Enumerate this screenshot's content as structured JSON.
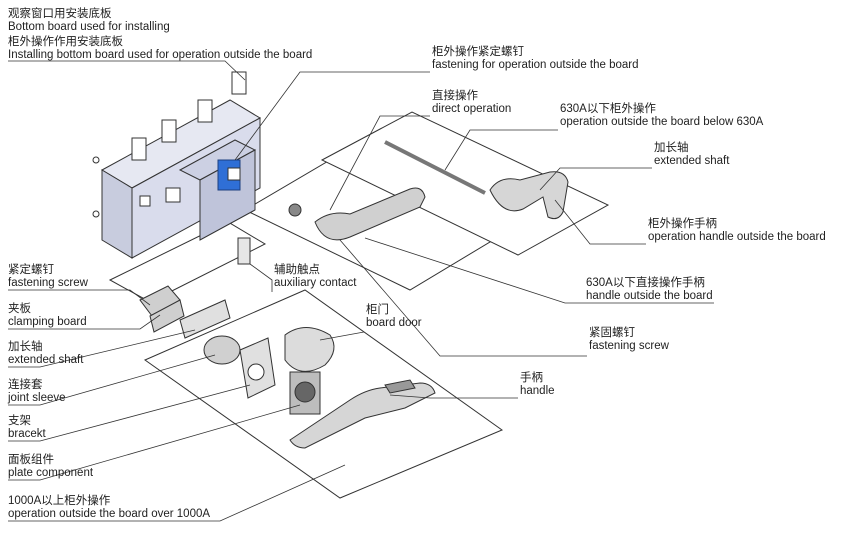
{
  "labels": {
    "obs_cn": "观察窗口用安装底板",
    "obs_en": "Bottom board used for installing",
    "outside_cn": "柜外操作作用安装底板",
    "outside_en": "Installing bottom board used for operation outside the board",
    "fast_out_cn": "柜外操作紧定螺钉",
    "fast_out_en": "fastening for operation outside the board",
    "direct_cn": "直接操作",
    "direct_en": "direct operation",
    "below630_cn": "630A以下柜外操作",
    "below630_en": "operation outside the board below 630A",
    "ext_shaft_r_cn": "加长轴",
    "ext_shaft_r_en": "extended shaft",
    "handle_out_cn": "柜外操作手柄",
    "handle_out_en": "operation handle outside the board",
    "fast_screw_l_cn": "紧定螺钉",
    "fast_screw_l_en": "fastening screw",
    "aux_cn": "辅助触点",
    "aux_en": "auxiliary contact",
    "h630_cn": "630A以下直接操作手柄",
    "h630_en": "handle outside the board",
    "clamp_cn": "夹板",
    "clamp_en": "clamping board",
    "board_door_cn": "柜门",
    "board_door_en": "board door",
    "fast_screw_r_cn": "紧固螺钉",
    "fast_screw_r_en": "fastening screw",
    "ext_shaft_l_cn": "加长轴",
    "ext_shaft_l_en": "extended shaft",
    "joint_cn": "连接套",
    "joint_en": "joint sleeve",
    "handle_cn": "手柄",
    "handle_en": "handle",
    "bracket_cn": "支架",
    "bracket_en": "bracekt",
    "plate_cn": "面板组件",
    "plate_en": "plate component",
    "over1000_cn": "1000A以上柜外操作",
    "over1000_en": "operation outside the board over 1000A"
  },
  "colors": {
    "switch_body": "#d9dcec",
    "indicator_blue": "#2f6fd6",
    "line": "#333333",
    "part_grey": "#bdbdbd"
  }
}
